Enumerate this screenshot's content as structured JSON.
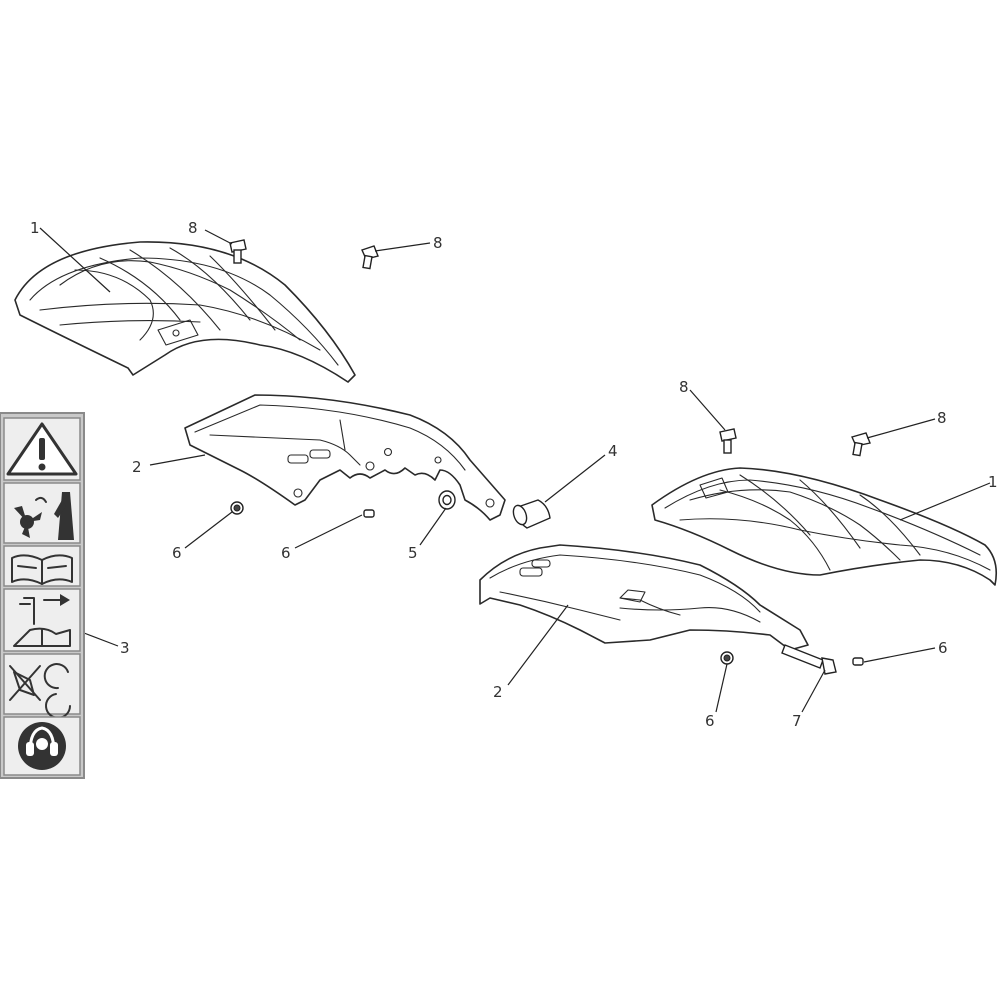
{
  "callouts": {
    "c1a": "1",
    "c1b": "1",
    "c2a": "2",
    "c2b": "2",
    "c3": "3",
    "c4": "4",
    "c5": "5",
    "c6a": "6",
    "c6b": "6",
    "c6c": "6",
    "c6d": "6",
    "c7": "7",
    "c8a": "8",
    "c8b": "8",
    "c8c": "8",
    "c8d": "8"
  },
  "icons": [
    "warning-icon",
    "rotating-blade-hazard-icon",
    "read-manual-icon",
    "disconnect-spark-plug-icon",
    "no-hands-near-blades-icon",
    "hearing-protection-icon"
  ],
  "colors": {
    "line": "#2a2a2a",
    "sticker_bg": "#c9c9c9",
    "sticker_cell": "#eeeeee",
    "background": "#ffffff"
  }
}
